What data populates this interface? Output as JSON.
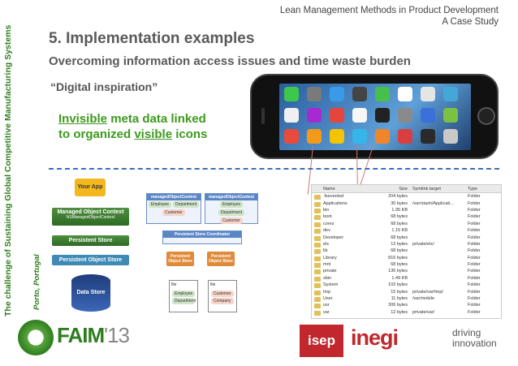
{
  "header": {
    "line1": "Lean Management Methods in Product Development",
    "line2": "A Case Study"
  },
  "sidebar": {
    "title": "The challenge of Sustaining Global Competitive Manufacturing Systems",
    "location": "Porto, Portugal"
  },
  "slide": {
    "title": "5. Implementation examples",
    "subtitle": "Overcoming information access issues and time waste burden",
    "quote": "“Digital inspiration”",
    "green_line1_a": "Invisible",
    "green_line1_b": " meta data linked",
    "green_line2_a": "to organized ",
    "green_line2_b": "visible",
    "green_line2_c": " icons"
  },
  "left_diagram": {
    "your_app": "Your App",
    "moc": "Managed Object Context",
    "moc_sub": "NSManagedObjectContext",
    "psc": "Persistent Store Coordinator",
    "pos": "Persistent Object Store",
    "data_store": "Data Store"
  },
  "mid_diagram": {
    "context1": "managedObjectContext",
    "context2": "managedObjectContext",
    "employee": "Employee",
    "department": "Department",
    "customer": "Customer",
    "coordinator": "Persistent Store Coordinator",
    "store1": "Persistent Object Store",
    "store2": "Persistent Object Store",
    "file": "file",
    "company": "Company"
  },
  "file_table": {
    "headers": [
      "Name",
      "Size",
      "Symlink target",
      "Type"
    ],
    "rows": [
      [
        ".fseventsd",
        "204 bytes",
        "",
        "Folder"
      ],
      [
        "Applications",
        "30 bytes",
        "/var/stash/Applicati...",
        "Folder"
      ],
      [
        "bin",
        "1.95 KB",
        "",
        "Folder"
      ],
      [
        "boot",
        "68 bytes",
        "",
        "Folder"
      ],
      [
        "cores",
        "68 bytes",
        "",
        "Folder"
      ],
      [
        "dev",
        "1.15 KB",
        "",
        "Folder"
      ],
      [
        "Developer",
        "68 bytes",
        "",
        "Folder"
      ],
      [
        "etc",
        "12 bytes",
        "private/etc/",
        "Folder"
      ],
      [
        "lib",
        "68 bytes",
        "",
        "Folder"
      ],
      [
        "Library",
        "816 bytes",
        "",
        "Folder"
      ],
      [
        "mnt",
        "68 bytes",
        "",
        "Folder"
      ],
      [
        "private",
        "136 bytes",
        "",
        "Folder"
      ],
      [
        "sbin",
        "1.49 KB",
        "",
        "Folder"
      ],
      [
        "System",
        "102 bytes",
        "",
        "Folder"
      ],
      [
        "tmp",
        "15 bytes",
        "private/var/tmp/",
        "Folder"
      ],
      [
        "User",
        "11 bytes",
        "/var/mobile",
        "Folder"
      ],
      [
        "usr",
        "306 bytes",
        "",
        "Folder"
      ],
      [
        "var",
        "12 bytes",
        "private/var/",
        "Folder"
      ]
    ]
  },
  "logos": {
    "faim": "FAIM",
    "faim_year": "'13",
    "isep": "isep",
    "inegi": "inegi",
    "driving1": "driving",
    "driving2": "innovation"
  },
  "colors": {
    "accent_green": "#3d9a1e",
    "brand_red": "#c0282d",
    "dash_blue": "#3e6fb0"
  }
}
